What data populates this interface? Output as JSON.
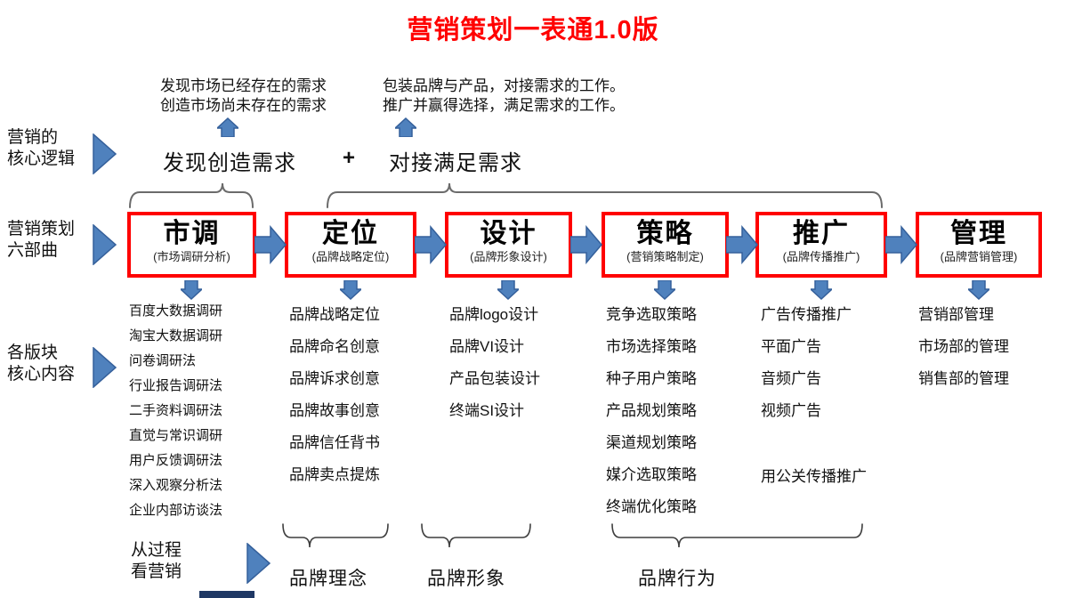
{
  "title": "营销策划一表通1.0版",
  "annotations": {
    "discover": [
      "发现市场已经存在的需求",
      "创造市场尚未存在的需求"
    ],
    "connect": [
      "包装品牌与产品，对接需求的工作。",
      "推广并赢得选择，满足需求的工作。"
    ]
  },
  "row_labels": {
    "logic": [
      "营销的",
      "核心逻辑"
    ],
    "steps": [
      "营销策划",
      "六部曲"
    ],
    "content": [
      "各版块",
      "核心内容"
    ],
    "process": [
      "从过程",
      "看营销"
    ]
  },
  "logic_row": {
    "left": "发现创造需求",
    "operator": "+",
    "right": "对接满足需求"
  },
  "steps": [
    {
      "title": "市调",
      "subtitle": "(市场调研分析)",
      "items": [
        "百度大数据调研",
        "淘宝大数据调研",
        "问卷调研法",
        "行业报告调研法",
        "二手资料调研法",
        "直觉与常识调研",
        "用户反馈调研法",
        "深入观察分析法",
        "企业内部访谈法"
      ]
    },
    {
      "title": "定位",
      "subtitle": "(品牌战略定位)",
      "items": [
        "品牌战略定位",
        "品牌命名创意",
        "品牌诉求创意",
        "品牌故事创意",
        "品牌信任背书",
        "品牌卖点提炼"
      ]
    },
    {
      "title": "设计",
      "subtitle": "(品牌形象设计)",
      "items": [
        "品牌logo设计",
        "品牌VI设计",
        "产品包装设计",
        "终端SI设计"
      ]
    },
    {
      "title": "策略",
      "subtitle": "(营销策略制定)",
      "items": [
        "竞争选取策略",
        "市场选择策略",
        "种子用户策略",
        "产品规划策略",
        "渠道规划策略",
        "媒介选取策略",
        "终端优化策略"
      ]
    },
    {
      "title": "推广",
      "subtitle": "(品牌传播推广)",
      "items": [
        "广告传播推广",
        "平面广告",
        "音频广告",
        "视频广告",
        "用公关传播推广"
      ]
    },
    {
      "title": "管理",
      "subtitle": "(品牌营销管理)",
      "items": [
        "营销部管理",
        "市场部的管理",
        "销售部的管理"
      ]
    }
  ],
  "process_groups": [
    "品牌理念",
    "品牌形象",
    "品牌行为"
  ],
  "colors": {
    "accent_red": "#FF0000",
    "arrow_blue": "#4F81BD",
    "arrow_blue_dark": "#35609B",
    "navy_bar": "#1F3864"
  }
}
